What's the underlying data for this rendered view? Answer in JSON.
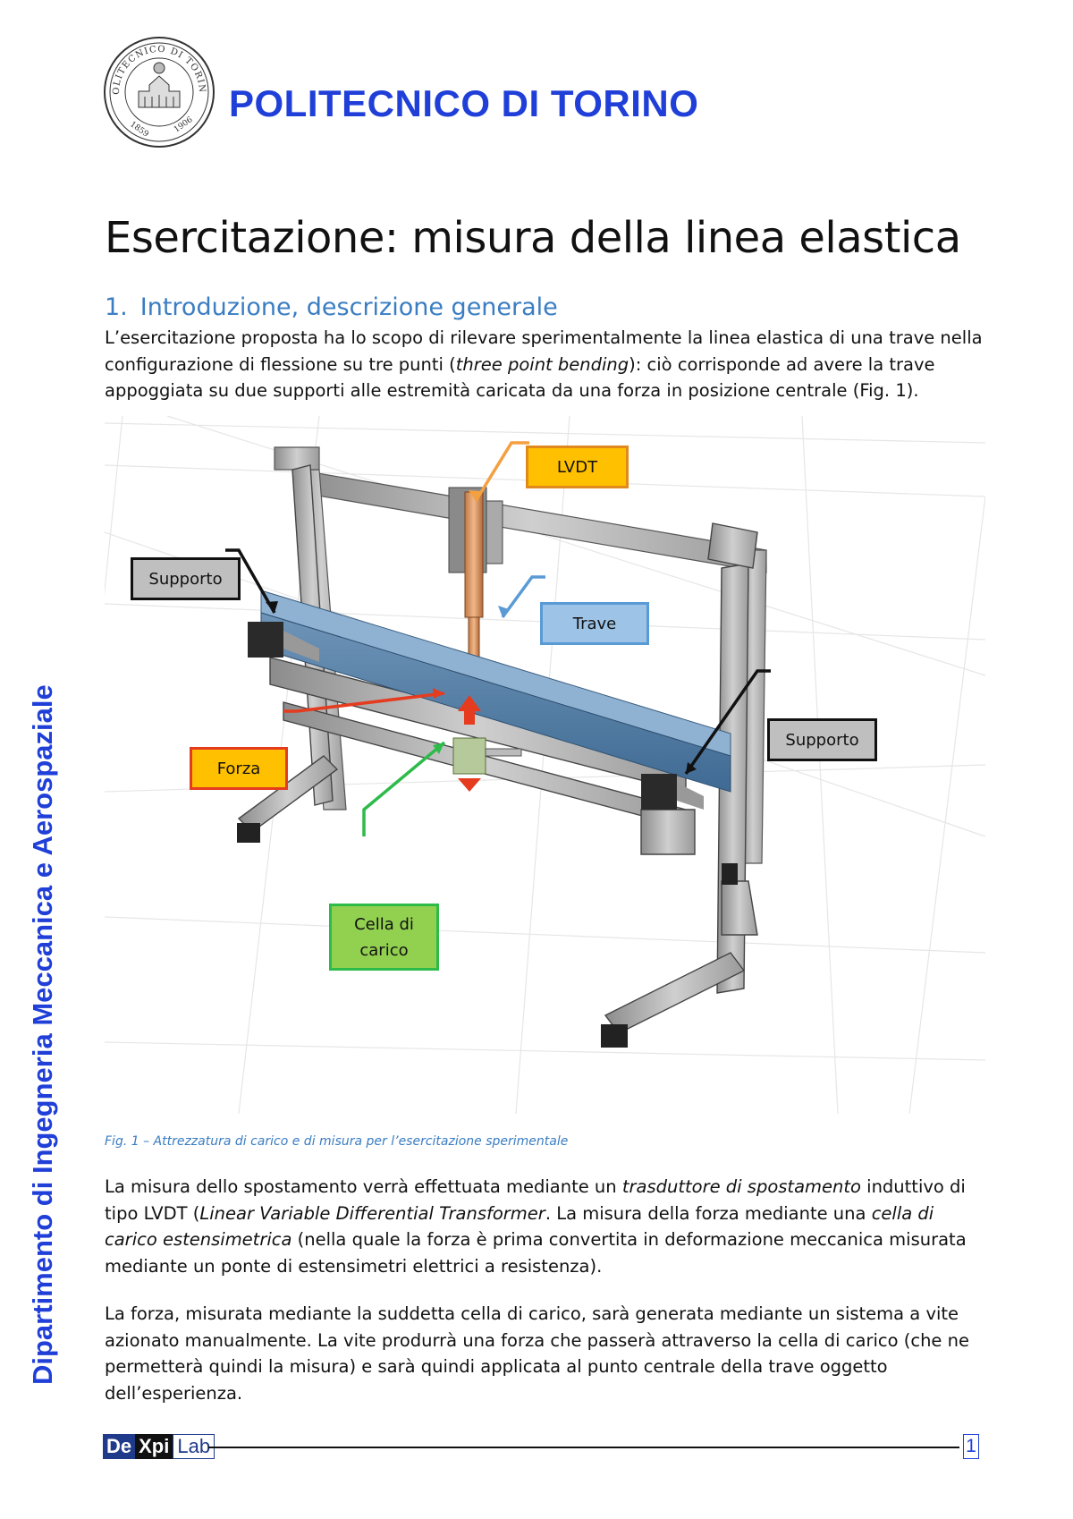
{
  "header": {
    "university": "POLITECNICO DI TORINO",
    "seal": {
      "ring_text": "POLITECNICO DI TORINO",
      "year_left": "1859",
      "year_right": "1906"
    }
  },
  "sidebar": {
    "department": "Dipartimento di Ingegneria Meccanica e Aerospaziale"
  },
  "document": {
    "title": "Esercitazione: misura della linea elastica",
    "section": {
      "number": "1.",
      "title": "Introduzione, descrizione generale"
    },
    "intro_paragraph": [
      {
        "text": "L’esercitazione proposta ha lo scopo di rilevare sperimentalmente la linea elastica di una trave nella configurazione di flessione su tre punti ("
      },
      {
        "text": "three point bending",
        "italic": true
      },
      {
        "text": "): ciò corrisponde ad avere la trave appoggiata su due supporti alle estremità caricata da una forza in posizione centrale (Fig. 1)."
      }
    ],
    "figure": {
      "labels": {
        "lvdt": "LVDT",
        "trave": "Trave",
        "supporto_left": "Supporto",
        "supporto_right": "Supporto",
        "forza": "Forza",
        "cella": "Cella di carico"
      },
      "colors": {
        "lvdt": "#ffc000",
        "trave": "#9dc3e6",
        "supporto": "#bfbfbf",
        "forza": "#ffc000",
        "cella": "#92d050"
      },
      "caption": "Fig. 1 – Attrezzatura di carico e di misura per l’esercitazione sperimentale"
    },
    "paragraph_2": [
      {
        "text": "La misura dello spostamento verrà effettuata mediante un "
      },
      {
        "text": "trasduttore di spostamento",
        "italic": true
      },
      {
        "text": " induttivo di tipo LVDT ("
      },
      {
        "text": "Linear Variable Differential Transformer",
        "italic": true
      },
      {
        "text": ". La misura della forza mediante una "
      },
      {
        "text": "cella di carico estensimetrica",
        "italic": true
      },
      {
        "text": " (nella quale la forza è prima convertita in deformazione meccanica misurata mediante un ponte di estensimetri elettrici a resistenza)."
      }
    ],
    "paragraph_3": [
      {
        "text": "La forza, misurata mediante la suddetta cella di carico, sarà generata mediante un sistema a vite azionato manualmente. La vite produrrà una forza che passerà attraverso la cella di carico (che ne permetterà quindi la misura) e sarà quindi applicata al punto centrale della trave oggetto dell’esperienza."
      }
    ]
  },
  "footer": {
    "logo_parts": [
      "De",
      "Xpi",
      "Lab"
    ],
    "page_number": "1"
  }
}
